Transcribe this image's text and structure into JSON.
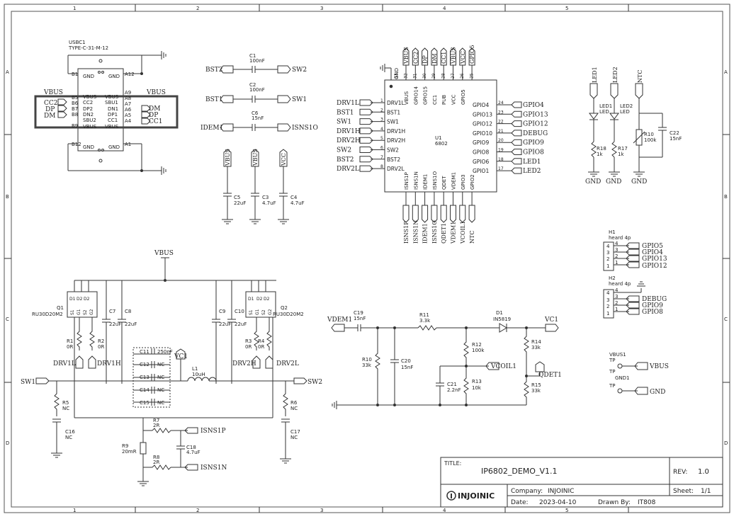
{
  "frame": {
    "cols": [
      "1",
      "2",
      "3",
      "4",
      "5"
    ],
    "rows": [
      "A",
      "B",
      "C",
      "D"
    ]
  },
  "usb": {
    "ref": "USBC1",
    "part": "TYPE-C-31-M-12",
    "pins_left_num": [
      "B1",
      "B5",
      "B6",
      "B7",
      "B8",
      "B9"
    ],
    "pins_left_name": [
      "GND",
      "VBUS",
      "CC2",
      "DP2",
      "DN2",
      "SBU2",
      "VBUS"
    ],
    "pins_right_num": [
      "A12",
      "A9",
      "A8",
      "A7",
      "A6",
      "A5",
      "A4"
    ],
    "pins_right_name": [
      "GND",
      "VBUS",
      "SBU1",
      "DN1",
      "DP1",
      "CC1",
      "VBUS"
    ],
    "gnd_top": [
      "GND",
      "GND"
    ],
    "gnd_bot": [
      "GND",
      "GND"
    ],
    "b12": "B12",
    "a1": "A1",
    "nets_left": [
      "VBUS",
      "CC2",
      "DP",
      "DM"
    ],
    "nets_right": [
      "VBUS",
      "DM",
      "DP",
      "CC1"
    ]
  },
  "caps_top": [
    {
      "ref": "C1",
      "val": "100nF",
      "l": "BST2",
      "r": "SW2"
    },
    {
      "ref": "C2",
      "val": "100nF",
      "l": "BST1",
      "r": "SW1"
    },
    {
      "ref": "C6",
      "val": "15nF",
      "l": "IDEM1",
      "r": "ISNS1O"
    }
  ],
  "supply_caps": [
    {
      "net": "VBUS",
      "ref": "C5",
      "val": "22uF"
    },
    {
      "net": "VBUS",
      "ref": "C3",
      "val": "4.7uF"
    },
    {
      "net": "VCC",
      "ref": "C4",
      "val": "4.7uF"
    }
  ],
  "ic": {
    "ref": "U1",
    "part": "6802",
    "gnd": "GND",
    "left_nets": [
      "DRV1L",
      "BST1",
      "SW1",
      "DRV1H",
      "DRV2H",
      "SW2",
      "BST2",
      "DRV2L"
    ],
    "left_pins": [
      "DRV1L",
      "BST1",
      "SW1",
      "DRV1H",
      "DRV2H",
      "SW2",
      "BST2",
      "DRV2L"
    ],
    "left_nums": [
      "1",
      "2",
      "3",
      "4",
      "5",
      "6",
      "7",
      "8"
    ],
    "right_pins": [
      "GPIO4",
      "GPIO13",
      "GPIO12",
      "GPIO10",
      "GPIO9",
      "GPIO8",
      "GPIO6",
      "GPIO1"
    ],
    "right_nums": [
      "24",
      "23",
      "22",
      "21",
      "20",
      "19",
      "18",
      "17"
    ],
    "right_nets": [
      "GPIO4",
      "GPIO13",
      "GPIO12",
      "DEBUG",
      "GPIO9",
      "GPIO8",
      "LED1",
      "LED2"
    ],
    "top_pins": [
      "VBUS",
      "GPIO14",
      "GPIO15",
      "CC1",
      "PUB",
      "VCC",
      "GPIO5"
    ],
    "top_nums": [
      "33",
      "32",
      "31",
      "30",
      "29",
      "28",
      "27",
      "26",
      "25"
    ],
    "top_nets": [
      "VBUS",
      "CC2",
      "DP",
      "DM",
      "CC1",
      "VBUS",
      "VCC",
      "GPIO5"
    ],
    "bottom_nets": [
      "ISNS1P",
      "ISNS1N",
      "IDEM1",
      "ISNS1O",
      "QDET1",
      "VDEM1",
      "VCOIL1",
      "NTC"
    ],
    "bottom_pins": [
      "ISNS1P",
      "ISNS1N",
      "IDEM1",
      "ISNS1O",
      "QDET",
      "VDEM1",
      "GPIO3",
      "GPIO2"
    ]
  },
  "leds": [
    {
      "net": "LED1",
      "ref": "LED1",
      "val": "LED",
      "r": "R18",
      "rv": "1k",
      "gnd": "GND"
    },
    {
      "net": "LED2",
      "ref": "LED2",
      "val": "LED",
      "r": "R17",
      "rv": "1k",
      "gnd": "GND"
    }
  ],
  "ntc": {
    "net": "NTC",
    "r": "R10",
    "rv": "100k",
    "c": "C22",
    "cv": "15nF",
    "gnd": "GND"
  },
  "headers": [
    {
      "ref": "H1",
      "val": "heard 4p",
      "nums": [
        "4",
        "3",
        "2",
        "1"
      ],
      "nets": [
        "GPIO5",
        "GPIO4",
        "GPIO13",
        "GPIO12"
      ]
    },
    {
      "ref": "H2",
      "val": "heard 4p",
      "nums": [
        "4",
        "3",
        "2",
        "1"
      ],
      "nets": [
        "DEBUG",
        "GPIO9",
        "GPIO8"
      ]
    }
  ],
  "testpoints": [
    {
      "ref": "VBUS1",
      "type": "TP",
      "net": "VBUS"
    },
    {
      "ref": "GND1",
      "type": "TP",
      "net": "GND"
    }
  ],
  "power": {
    "vbus": "VBUS",
    "q1": {
      "ref": "Q1",
      "part": "RU30D20M2"
    },
    "q2": {
      "ref": "Q2",
      "part": "RU30D20M2"
    },
    "caps": [
      {
        "ref": "C7",
        "val": "22uF"
      },
      {
        "ref": "C8",
        "val": "22uF"
      },
      {
        "ref": "C9",
        "val": "22uF"
      },
      {
        "ref": "C10",
        "val": "22uF"
      }
    ],
    "res": [
      {
        "ref": "R1",
        "val": "0R",
        "net": "DRV1L"
      },
      {
        "ref": "R2",
        "val": "0R",
        "net": "DRV1H"
      },
      {
        "ref": "R3",
        "val": "0R",
        "net": "DRV2H"
      },
      {
        "ref": "R4",
        "val": "0R",
        "net": "DRV2L"
      }
    ],
    "coil_caps": [
      {
        "ref": "C11",
        "val": "250nF"
      },
      {
        "ref": "C12",
        "val": "NC"
      },
      {
        "ref": "C13",
        "val": "NC"
      },
      {
        "ref": "C14",
        "val": "NC"
      },
      {
        "ref": "C15",
        "val": "NC"
      }
    ],
    "vc1": "VC1",
    "l1": {
      "ref": "L1",
      "val": "10uH"
    },
    "sw1": "SW1",
    "sw2": "SW2",
    "r5": {
      "ref": "R5",
      "val": "NC"
    },
    "r6": {
      "ref": "R6",
      "val": "NC"
    },
    "c16": {
      "ref": "C16",
      "val": "NC"
    },
    "c17": {
      "ref": "C17",
      "val": "NC"
    },
    "r7": {
      "ref": "R7",
      "val": "2R"
    },
    "r8": {
      "ref": "R8",
      "val": "2R"
    },
    "r9": {
      "ref": "R9",
      "val": "20mR"
    },
    "c18": {
      "ref": "C18",
      "val": "4.7uF"
    },
    "isns1p": "ISNS1P",
    "isns1n": "ISNS1N"
  },
  "demod": {
    "vdem": "VDEM1",
    "c19": {
      "ref": "C19",
      "val": "15nF"
    },
    "r11": {
      "ref": "R11",
      "val": "3.3k"
    },
    "d1": {
      "ref": "D1",
      "val": "IN5819"
    },
    "vc1": "VC1",
    "r10": {
      "ref": "R10",
      "val": "33k"
    },
    "c20": {
      "ref": "C20",
      "val": "15nF"
    },
    "r12": {
      "ref": "R12",
      "val": "100k"
    },
    "vcoil": "VCOIL1",
    "c21": {
      "ref": "C21",
      "val": "2.2nF"
    },
    "r13": {
      "ref": "R13",
      "val": "10k"
    },
    "r14": {
      "ref": "R14",
      "val": "33k"
    },
    "qdet": "QDET1",
    "r15": {
      "ref": "R15",
      "val": "33k"
    }
  },
  "title_block": {
    "title_label": "TITLE:",
    "title": "IP6802_DEMO_V1.1",
    "rev_label": "REV:",
    "rev": "1.0",
    "company_label": "Company:",
    "company": "INJOINIC",
    "sheet_label": "Sheet:",
    "sheet": "1/1",
    "date_label": "Date:",
    "date": "2023-04-10",
    "drawn_label": "Drawn By:",
    "drawn": "IT808",
    "logo_text": "INJOINIC"
  }
}
